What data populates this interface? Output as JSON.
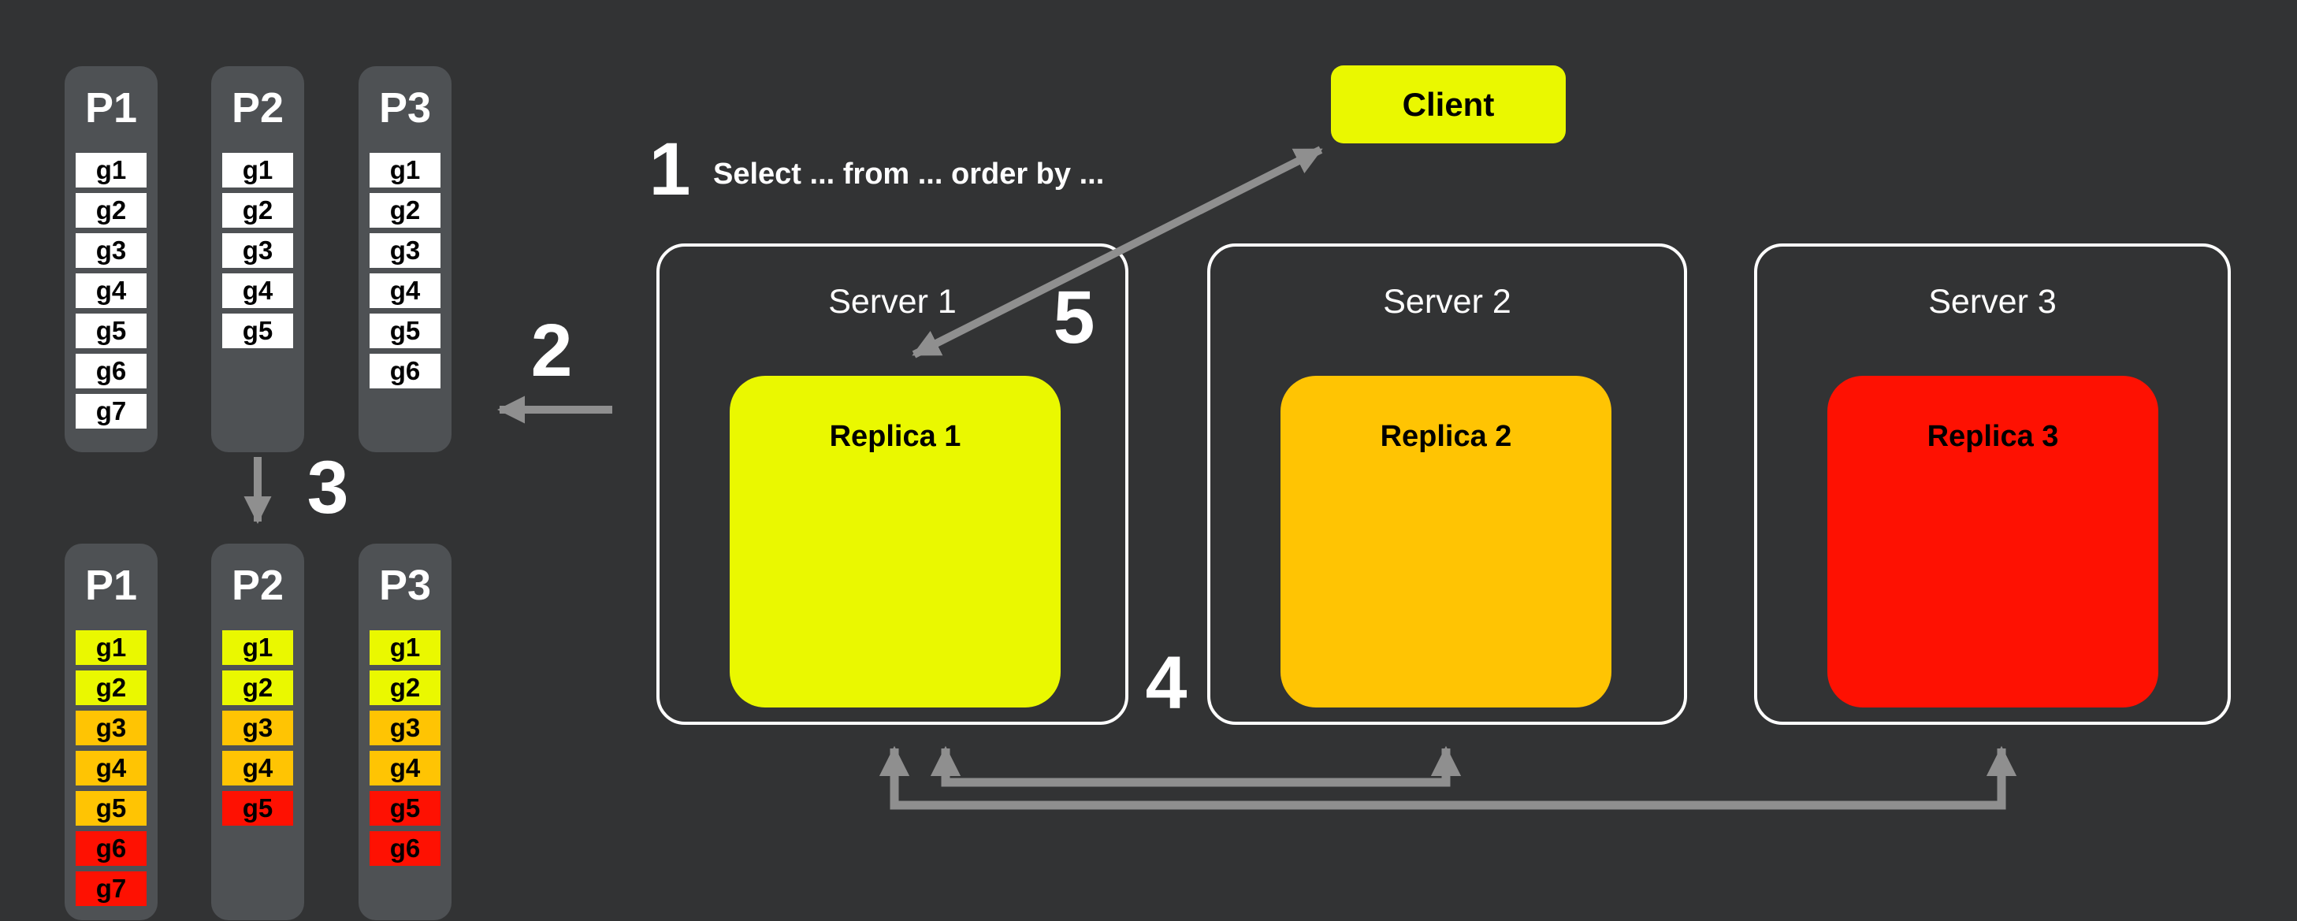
{
  "colors": {
    "background": "#323334",
    "column": "#4e5154",
    "white": "#ffffff",
    "yellow": "#eaf800",
    "orange": "#ffc403",
    "red": "#fe1102",
    "arrow": "#8f8f8f"
  },
  "steps": {
    "s1": {
      "number": "1",
      "text": "Select ... from ... order by ..."
    },
    "s2": {
      "number": "2"
    },
    "s3": {
      "number": "3"
    },
    "s4": {
      "number": "4"
    },
    "s5": {
      "number": "5"
    }
  },
  "client": {
    "label": "Client",
    "color": "yellow"
  },
  "servers": [
    {
      "title": "Server 1",
      "replica": {
        "label": "Replica 1",
        "color": "yellow"
      }
    },
    {
      "title": "Server 2",
      "replica": {
        "label": "Replica 2",
        "color": "orange"
      }
    },
    {
      "title": "Server 3",
      "replica": {
        "label": "Replica 3",
        "color": "red"
      }
    }
  ],
  "partitions_unsorted": [
    {
      "title": "P1",
      "cells": [
        {
          "label": "g1",
          "color": "white"
        },
        {
          "label": "g2",
          "color": "white"
        },
        {
          "label": "g3",
          "color": "white"
        },
        {
          "label": "g4",
          "color": "white"
        },
        {
          "label": "g5",
          "color": "white"
        },
        {
          "label": "g6",
          "color": "white"
        },
        {
          "label": "g7",
          "color": "white"
        }
      ]
    },
    {
      "title": "P2",
      "cells": [
        {
          "label": "g1",
          "color": "white"
        },
        {
          "label": "g2",
          "color": "white"
        },
        {
          "label": "g3",
          "color": "white"
        },
        {
          "label": "g4",
          "color": "white"
        },
        {
          "label": "g5",
          "color": "white"
        }
      ]
    },
    {
      "title": "P3",
      "cells": [
        {
          "label": "g1",
          "color": "white"
        },
        {
          "label": "g2",
          "color": "white"
        },
        {
          "label": "g3",
          "color": "white"
        },
        {
          "label": "g4",
          "color": "white"
        },
        {
          "label": "g5",
          "color": "white"
        },
        {
          "label": "g6",
          "color": "white"
        }
      ]
    }
  ],
  "partitions_sorted": [
    {
      "title": "P1",
      "cells": [
        {
          "label": "g1",
          "color": "yellow"
        },
        {
          "label": "g2",
          "color": "yellow"
        },
        {
          "label": "g3",
          "color": "orange"
        },
        {
          "label": "g4",
          "color": "orange"
        },
        {
          "label": "g5",
          "color": "orange"
        },
        {
          "label": "g6",
          "color": "red"
        },
        {
          "label": "g7",
          "color": "red"
        }
      ]
    },
    {
      "title": "P2",
      "cells": [
        {
          "label": "g1",
          "color": "yellow"
        },
        {
          "label": "g2",
          "color": "yellow"
        },
        {
          "label": "g3",
          "color": "orange"
        },
        {
          "label": "g4",
          "color": "orange"
        },
        {
          "label": "g5",
          "color": "red"
        }
      ]
    },
    {
      "title": "P3",
      "cells": [
        {
          "label": "g1",
          "color": "yellow"
        },
        {
          "label": "g2",
          "color": "yellow"
        },
        {
          "label": "g3",
          "color": "orange"
        },
        {
          "label": "g4",
          "color": "orange"
        },
        {
          "label": "g5",
          "color": "red"
        },
        {
          "label": "g6",
          "color": "red"
        }
      ]
    }
  ]
}
